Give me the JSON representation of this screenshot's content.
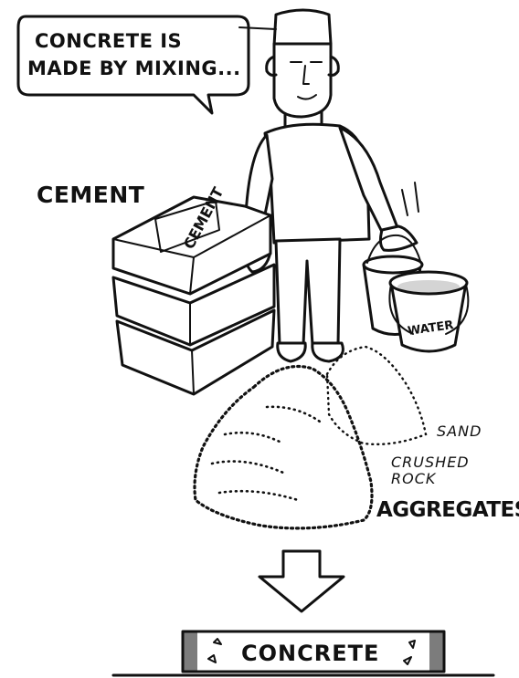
{
  "speech_bubble": {
    "line1": "CONCRETE IS",
    "line2": "MADE BY MIXING..."
  },
  "labels": {
    "cement": "CEMENT",
    "sand": "SAND",
    "crushed_line1": "CRUSHED",
    "crushed_line2": "ROCK",
    "aggregates": "AGGREGATES"
  },
  "bag_print": "CEMENT",
  "bucket_print": "WATER",
  "result": {
    "label": "CONCRETE"
  },
  "icons": [
    "speech-bubble",
    "cement-bags",
    "water-buckets",
    "sand-pile",
    "rock-pile",
    "down-arrow",
    "concrete-block"
  ]
}
